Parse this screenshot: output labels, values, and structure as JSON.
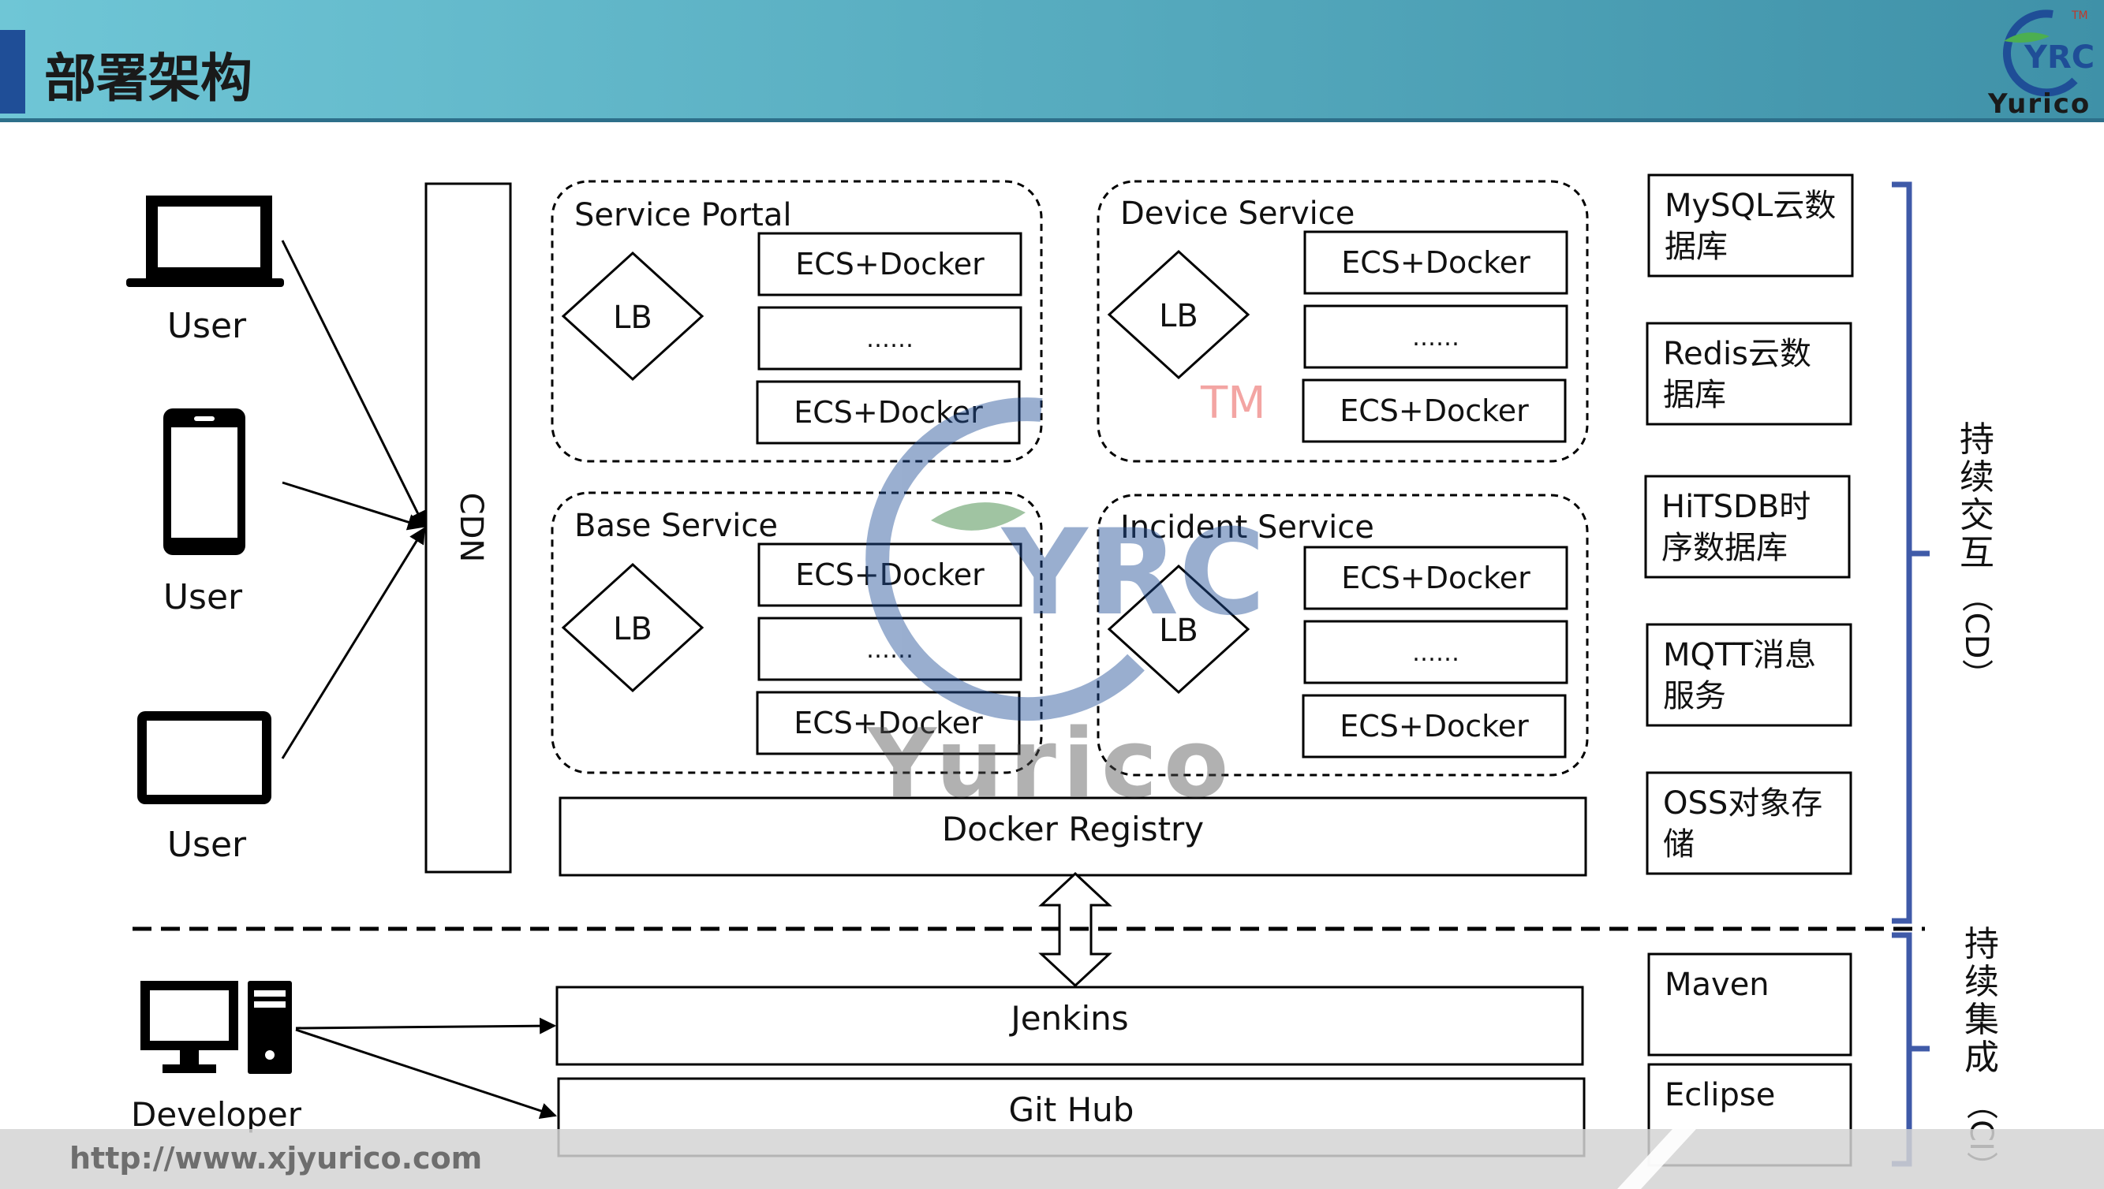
{
  "header": {
    "title": "部署架构",
    "logo_text": "YRC",
    "logo_tm": "TM",
    "logo_caption": "Yurico",
    "colors": {
      "band_left": "#6fc6d6",
      "band_right": "#3f91a8",
      "accent_bar": "#1f4e97",
      "logo_blue": "#1f4e97"
    }
  },
  "users": [
    {
      "label": "User",
      "icon": "laptop-icon"
    },
    {
      "label": "User",
      "icon": "smartphone-icon"
    },
    {
      "label": "User",
      "icon": "tablet-icon"
    }
  ],
  "developer": {
    "label": "Developer",
    "icon": "desktop-computer-icon"
  },
  "cdn": {
    "label": "CDN"
  },
  "services": [
    {
      "title": "Service Portal",
      "lb": "LB",
      "nodes": [
        "ECS+Docker",
        "……",
        "ECS+Docker"
      ]
    },
    {
      "title": "Device Service",
      "lb": "LB",
      "nodes": [
        "ECS+Docker",
        "……",
        "ECS+Docker"
      ]
    },
    {
      "title": "Base Service",
      "lb": "LB",
      "nodes": [
        "ECS+Docker",
        "……",
        "ECS+Docker"
      ]
    },
    {
      "title": "Incident Service",
      "lb": "LB",
      "nodes": [
        "ECS+Docker",
        "……",
        "ECS+Docker"
      ]
    }
  ],
  "registry": {
    "label": "Docker Registry"
  },
  "ci_tools": {
    "jenkins": "Jenkins",
    "github": "Git Hub"
  },
  "cloud_services": [
    {
      "line1": "MySQL云数",
      "line2": "据库"
    },
    {
      "line1": "Redis云数",
      "line2": "据库"
    },
    {
      "line1": "HiTSDB时",
      "line2": "序数据库"
    },
    {
      "line1": "MQTT消息",
      "line2": "服务"
    },
    {
      "line1": "OSS对象存",
      "line2": "储"
    }
  ],
  "dev_tools": [
    "Maven",
    "Eclipse"
  ],
  "side_labels": {
    "cd": [
      "持",
      "续",
      "交",
      "互",
      "（CD）"
    ],
    "ci": [
      "持",
      "续",
      "集",
      "成",
      "（CI）"
    ]
  },
  "watermark": {
    "logo": "YRC",
    "tm": "TM",
    "text": "Yurico"
  },
  "footer": {
    "url": "http://www.xjyurico.com"
  },
  "colors": {
    "bracket": "#3f5aa8",
    "line": "#000000"
  }
}
